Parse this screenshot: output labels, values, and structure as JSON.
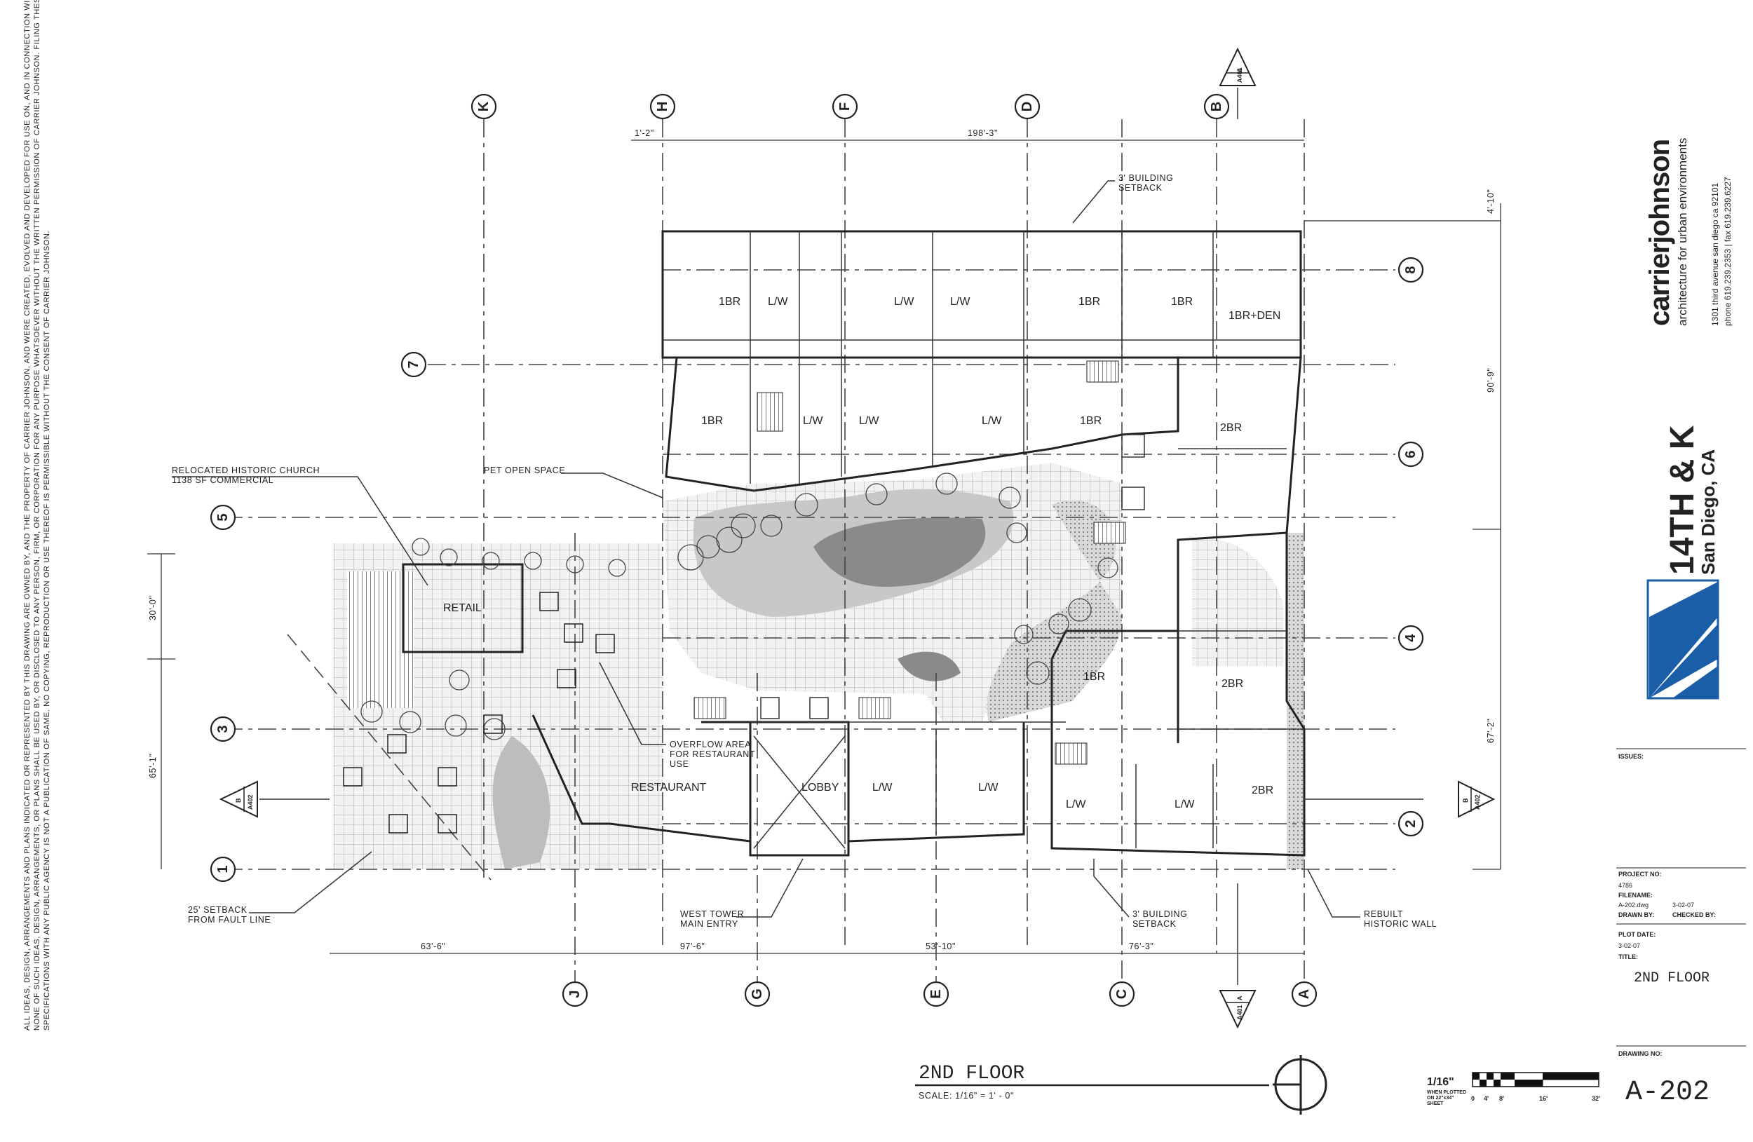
{
  "disclaimer": [
    "ALL IDEAS, DESIGN, ARRANGEMENTS AND PLANS INDICATED OR REPRESENTED BY THIS DRAWING ARE OWNED BY, AND THE PROPERTY OF CARRIER JOHNSON, AND WERE CREATED, EVOLVED AND DEVELOPED FOR USE ON, AND IN CONNECTION WITH THIS PROJECT.",
    "NONE OF SUCH IDEAS, DESIGN, ARRANGEMENTS, OR PLANS SHALL BE USED BY, OR DISCLOSED TO ANY PERSON, FIRM, OR CORPORATION FOR ANY PURPOSE WHATSOEVER WITHOUT THE WRITTEN PERMISSION OF CARRIER JOHNSON. FILING THESE DRAWINGS OR",
    "SPECIFICATIONS WITH ANY PUBLIC AGENCY IS NOT A PUBLICATION OF SAME. NO COPYING, REPRODUCTION OR USE THEREOF IS PERMISSIBLE WITHOUT THE CONSENT OF CARRIER JOHNSON."
  ],
  "grid": {
    "columns": [
      "K",
      "H",
      "F",
      "D",
      "B",
      "J",
      "G",
      "E",
      "C",
      "A"
    ],
    "rows": [
      "7",
      "5",
      "3",
      "1",
      "8",
      "6",
      "4",
      "2"
    ]
  },
  "dimensions": {
    "top_left": "1'-2\"",
    "top_main": "198'-3\"",
    "right_top": "4'-10\"",
    "right_mid": "90'-9\"",
    "right_bottom": "67'-2\"",
    "left_top": "30'-0\"",
    "left_bottom": "65'-1\"",
    "bottom": [
      "63'-6\"",
      "97'-6\"",
      "53'-10\"",
      "76'-3\""
    ]
  },
  "rooms": [
    "1BR",
    "L/W",
    "L/W",
    "L/W",
    "1BR",
    "1BR",
    "1BR+DEN",
    "1BR",
    "L/W",
    "L/W",
    "L/W",
    "1BR",
    "2BR",
    "RETAIL",
    "1BR",
    "2BR",
    "RESTAURANT",
    "LOBBY",
    "L/W",
    "L/W",
    "L/W",
    "L/W",
    "2BR"
  ],
  "callouts": {
    "setback_top": [
      "3' BUILDING",
      "SETBACK"
    ],
    "church": [
      "RELOCATED HISTORIC CHURCH",
      "1138 SF COMMERCIAL"
    ],
    "pet": "PET OPEN SPACE",
    "overflow": [
      "OVERFLOW AREA",
      "FOR RESTAURANT",
      "USE"
    ],
    "fault": [
      "25' SETBACK",
      "FROM FAULT LINE"
    ],
    "west_tower": [
      "WEST TOWER",
      "MAIN ENTRY"
    ],
    "setback_bottom": [
      "3' BUILDING",
      "SETBACK"
    ],
    "historic_wall": [
      "REBUILT",
      "HISTORIC WALL"
    ]
  },
  "section_markers": {
    "top": [
      "A",
      "A401"
    ],
    "left": [
      "B",
      "A402"
    ],
    "right": [
      "B",
      "A402"
    ],
    "bottom": [
      "A",
      "A401"
    ]
  },
  "plan_title": {
    "name": "2ND FLOOR",
    "scale": "SCALE: 1/16\" = 1' - 0\""
  },
  "scale_bar": {
    "fraction": "1/16\"",
    "note": [
      "WHEN PLOTTED",
      "ON 22\"x34\"",
      "SHEET"
    ],
    "ticks": [
      "0",
      "4'",
      "8'",
      "16'",
      "32'"
    ]
  },
  "firm": {
    "name": "carrierjohnson",
    "tagline": "architecture for urban environments",
    "address": "1301 third avenue  san diego ca  92101",
    "phone": "phone 619.239.2353  |  fax 619.239.6227"
  },
  "project": {
    "name": "14TH & K",
    "city": "San Diego, CA"
  },
  "title_block": {
    "issues_label": "ISSUES:",
    "project_no_label": "PROJECT NO:",
    "project_no": "4786",
    "filename_label": "FILENAME:",
    "filename": "A-202.dwg",
    "filename_date": "3-02-07",
    "drawn_by_label": "DRAWN BY:",
    "checked_by_label": "CHECKED BY:",
    "plot_date_label": "PLOT DATE:",
    "plot_date": "3-02-07",
    "title_label": "TITLE:",
    "title": "2ND FLOOR",
    "drawing_no_label": "DRAWING NO:",
    "drawing_no": "A-202"
  },
  "colors": {
    "line": "#222222",
    "landscape_light": "#c8c8c8",
    "landscape_dark": "#8a8a8a",
    "paving": "#e6e6e6",
    "logo_blue": "#1b5ea8"
  }
}
